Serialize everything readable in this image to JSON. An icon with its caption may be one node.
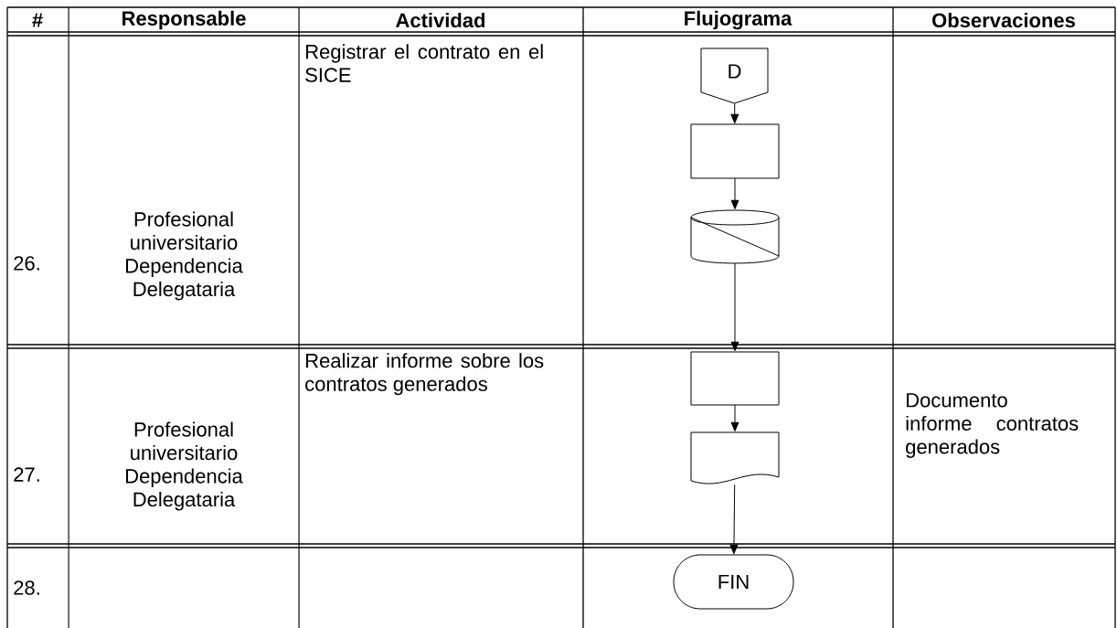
{
  "diagram": {
    "nodes": [
      {
        "text": [
          "D"
        ]
      },
      {
        "text": [],
        "shape": "box"
      },
      {
        "text": [],
        "shape": "cylinder"
      },
      {
        "text": [],
        "shape": "box"
      },
      {
        "text": [],
        "shape": "document"
      },
      {
        "text": [
          "FIN"
        ]
      }
    ],
    "edges": [
      {
        "from": 0,
        "to": 1,
        "arrow": "to"
      },
      {
        "from": 1,
        "to": 2,
        "arrow": "to"
      },
      {
        "from": 2,
        "to": 3,
        "arrow": "to"
      },
      {
        "from": 3,
        "to": 4,
        "arrow": "to"
      },
      {
        "from": 4,
        "to": 5,
        "arrow": "to"
      }
    ],
    "labels": [
      "#",
      "Responsable",
      "Actividad",
      "Flujograma",
      "Observaciones",
      "26.",
      "Profesional universitario Dependencia Delegataria",
      "Registrar el contrato en el SICE",
      "27.",
      "Profesional universitario Dependencia Delegataria",
      "Realizar informe sobre los contratos generados",
      "Documento informe contratos generados",
      "28."
    ]
  }
}
